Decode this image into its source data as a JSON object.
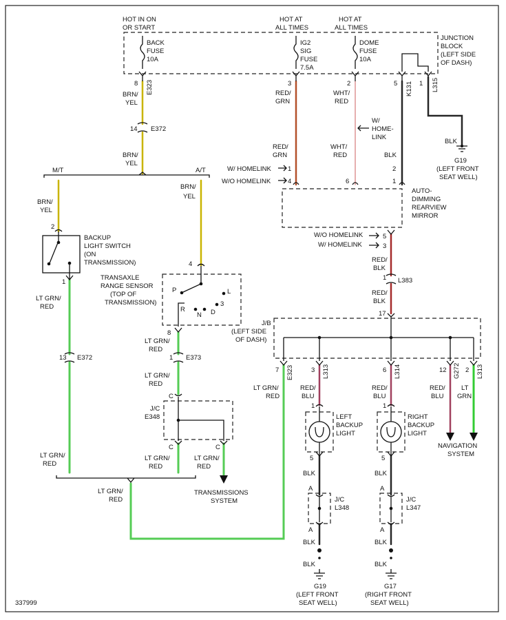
{
  "colors": {
    "brnyel": "#c9b400",
    "redgrn": "#b3502a",
    "whtred": "#e09a9a",
    "blk": "#262626",
    "ltgrnred": "#55cc55",
    "redblu": "#a0405e",
    "redblk": "#a52a2a",
    "ltgrn": "#33cc33"
  },
  "header": {
    "hot_on_start": [
      "HOT IN ON",
      "OR START"
    ],
    "hot_all_ig2": [
      "HOT AT",
      "ALL TIMES"
    ],
    "hot_all_dome": [
      "HOT AT",
      "ALL TIMES"
    ],
    "junction_block": [
      "JUNCTION",
      "BLOCK",
      "(LEFT SIDE",
      "OF DASH)"
    ]
  },
  "fuses": {
    "back": [
      "BACK",
      "FUSE",
      "10A"
    ],
    "ig2": [
      "IG2",
      "SIG",
      "FUSE",
      "7.5A"
    ],
    "dome": [
      "DOME",
      "FUSE",
      "10A"
    ]
  },
  "pins": {
    "p8": "8",
    "p3": "3",
    "p2": "2",
    "p5": "5",
    "p1": "1",
    "p14": "14",
    "p1b": "1",
    "p4": "4",
    "p6": "6",
    "p2b": "2",
    "p1c": "1",
    "p2sw": "2",
    "p1sw": "1",
    "p13": "13",
    "p4tr": "4",
    "p8tr": "8",
    "p1e373": "1",
    "pC1": "C",
    "pC2": "C",
    "pC3": "C",
    "p5m": "5",
    "p3m": "3",
    "p1l383": "1",
    "p17": "17",
    "p7": "7",
    "p3jb": "3",
    "p6jb": "6",
    "p12": "12",
    "p2jb": "2",
    "lb1": "1",
    "lb5": "5",
    "rb1": "1",
    "rb5": "5",
    "la1": "A",
    "la2": "A",
    "ra1": "A",
    "ra2": "A"
  },
  "connectors": {
    "e323": "E323",
    "k131": "K131",
    "l315": "L315",
    "e372a": "E372",
    "e372b": "E372",
    "e373": "E373",
    "e348": "E348",
    "l383": "L383",
    "e323b": "E323",
    "l313a": "L313",
    "l314": "L314",
    "g272": "G272",
    "l313b": "L313",
    "l348": "L348",
    "l347": "L347"
  },
  "wires": {
    "brnyel1": [
      "BRN/",
      "YEL"
    ],
    "brnyel2": [
      "BRN/",
      "YEL"
    ],
    "brnyel_mt": [
      "BRN/",
      "YEL"
    ],
    "brnyel_at": [
      "BRN/",
      "YEL"
    ],
    "redgrn1": [
      "RED/",
      "GRN"
    ],
    "redgrn2": [
      "RED/",
      "GRN"
    ],
    "whtred1": [
      "WHT/",
      "RED"
    ],
    "whtred2": [
      "WHT/",
      "RED"
    ],
    "blk_top": "BLK",
    "blk_g19": "BLK",
    "ltgrnred1": [
      "LT GRN/",
      "RED"
    ],
    "ltgrnred2": [
      "LT GRN/",
      "RED"
    ],
    "ltgrnred3": [
      "LT GRN/",
      "RED"
    ],
    "ltgrnred4": [
      "LT GRN/",
      "RED"
    ],
    "ltgrnred5": [
      "LT GRN/",
      "RED"
    ],
    "ltgrnred6": [
      "LT GRN/",
      "RED"
    ],
    "ltgrnred7": [
      "LT GRN/",
      "RED"
    ],
    "ltgrnred8": [
      "LT GRN/",
      "RED"
    ],
    "redblk1": [
      "RED/",
      "BLK"
    ],
    "redblk2": [
      "RED/",
      "BLK"
    ],
    "redblu1": [
      "RED/",
      "BLU"
    ],
    "redblu2": [
      "RED/",
      "BLU"
    ],
    "redblu3": [
      "RED/",
      "BLU"
    ],
    "ltgrn": [
      "LT",
      "GRN"
    ],
    "blk_l1": "BLK",
    "blk_l2": "BLK",
    "blk_r1": "BLK",
    "blk_r2": "BLK"
  },
  "labels": {
    "mt": "M/T",
    "at": "A/T",
    "w_homelink": "W/ HOMELINK",
    "wo_homelink": "W/O HOMELINK",
    "w_homelink_note": [
      "W/",
      "HOME-",
      "LINK"
    ],
    "wo_homelink2": "W/O HOMELINK",
    "w_homelink2": "W/ HOMELINK",
    "g19_top": [
      "G19",
      "(LEFT FRONT",
      "SEAT WELL)"
    ],
    "mirror": [
      "AUTO-",
      "DIMMING",
      "REARVIEW",
      "MIRROR"
    ],
    "backup_switch": [
      "BACKUP",
      "LIGHT SWITCH",
      "(ON",
      "TRANSMISSION)"
    ],
    "tr_sensor": [
      "TRANSAXLE",
      "RANGE SENSOR",
      "(TOP OF",
      "TRANSMISSION)"
    ],
    "pos_p": "P",
    "pos_l": "L",
    "pos_3": "3",
    "pos_r": "R",
    "pos_n": "N",
    "pos_d": "D",
    "jb": [
      "J/B",
      "(LEFT SIDE",
      "OF DASH)"
    ],
    "jc_e348": [
      "J/C",
      "E348"
    ],
    "trans_system": [
      "TRANSMISSIONS",
      "SYSTEM"
    ],
    "left_backup": [
      "LEFT",
      "BACKUP",
      "LIGHT"
    ],
    "right_backup": [
      "RIGHT",
      "BACKUP",
      "LIGHT"
    ],
    "nav_system": [
      "NAVIGATION",
      "SYSTEM"
    ],
    "jc_l348": [
      "J/C",
      "L348"
    ],
    "jc_l347": [
      "J/C",
      "L347"
    ],
    "g19_bot": [
      "G19",
      "(LEFT FRONT",
      "SEAT WELL)"
    ],
    "g17_bot": [
      "G17",
      "(RIGHT FRONT",
      "SEAT WELL)"
    ],
    "figure_id": "337999"
  }
}
